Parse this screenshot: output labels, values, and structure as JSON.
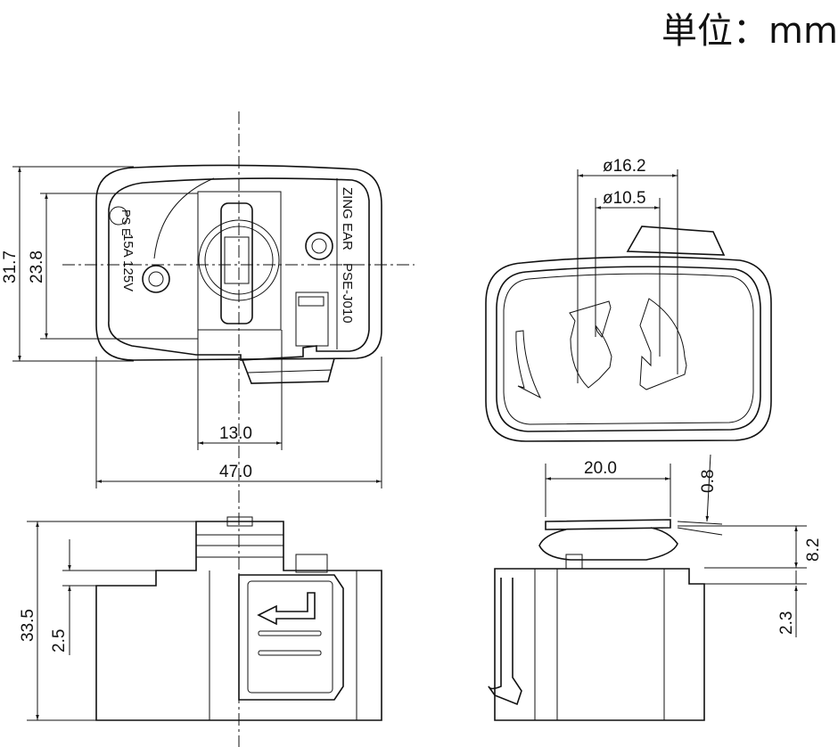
{
  "unit_label": "単位：mm",
  "top_view": {
    "marking_brand": "ZING EAR",
    "marking_model": "PSE-J010",
    "marking_rating": "15A 125V",
    "marking_pse": "PS E",
    "dim_height_outer": "31.7",
    "dim_height_inner": "23.8",
    "dim_width_inner": "13.0",
    "dim_width_outer": "47.0"
  },
  "face_view": {
    "dim_outer_diameter": "ø16.2",
    "dim_inner_diameter": "ø10.5"
  },
  "front_view": {
    "dim_height_total": "33.5",
    "dim_step": "2.5"
  },
  "side_view": {
    "dim_width": "20.0",
    "dim_thickness": "0.8",
    "dim_height_top": "8.2",
    "dim_step": "2.3"
  }
}
